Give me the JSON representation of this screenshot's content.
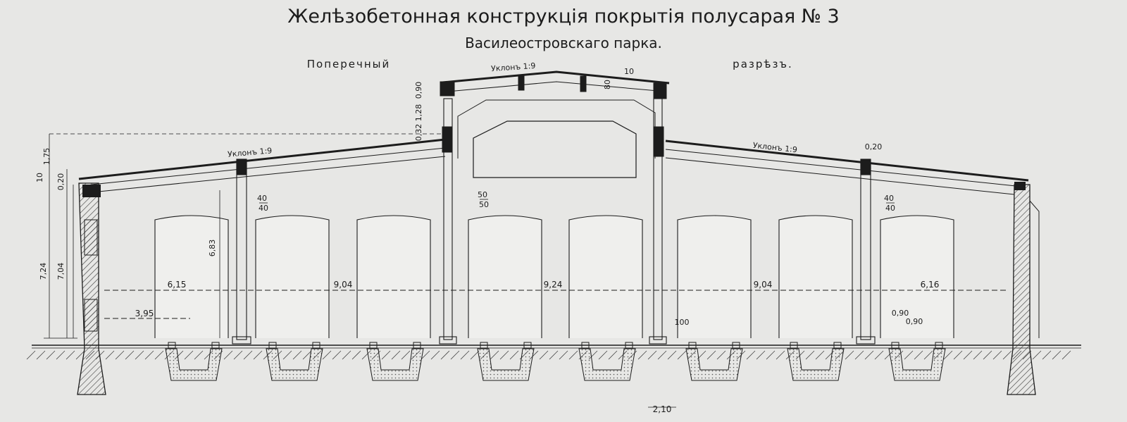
{
  "title": "Желѣзобетонная конструкція покрытія полусарая № 3",
  "subtitle": "Василеостровскаго парка.",
  "section_label_left": "Поперечный",
  "section_label_right": "разрѣзъ.",
  "slope_labels": [
    "Уклонъ 1:9",
    "Уклонъ 1:9",
    "Уклонъ 1:9"
  ],
  "span_dimensions": [
    "6,15",
    "9,04",
    "9,24",
    "9,04",
    "6,16"
  ],
  "dimensions": {
    "door_offset": "3,95",
    "column_height": "6,83",
    "wall_height_total": "7,24",
    "wall_height_inner": "7,04",
    "left_top_1": "10",
    "left_top_2": "1,75",
    "left_top_3": "0,20",
    "lantern_1": "0,90",
    "lantern_2": "1,28",
    "lantern_3": "0,32",
    "lantern_rib_depth": "80",
    "lantern_rib_top": "10",
    "column_tag_right": "0,20",
    "column_section_a": "40",
    "column_section_b": "40",
    "column_section_c": "50",
    "column_section_d": "50",
    "column_section_e": "40",
    "column_section_f": "40",
    "footing_right_a": "0,90",
    "footing_right_b": "0,90",
    "footing_width": "2,10",
    "footing_mark": "100"
  },
  "colors": {
    "ink": "#1c1c1c",
    "paper": "#e7e7e5",
    "opening": "#efefed",
    "hatch": "#3a3a3a"
  }
}
